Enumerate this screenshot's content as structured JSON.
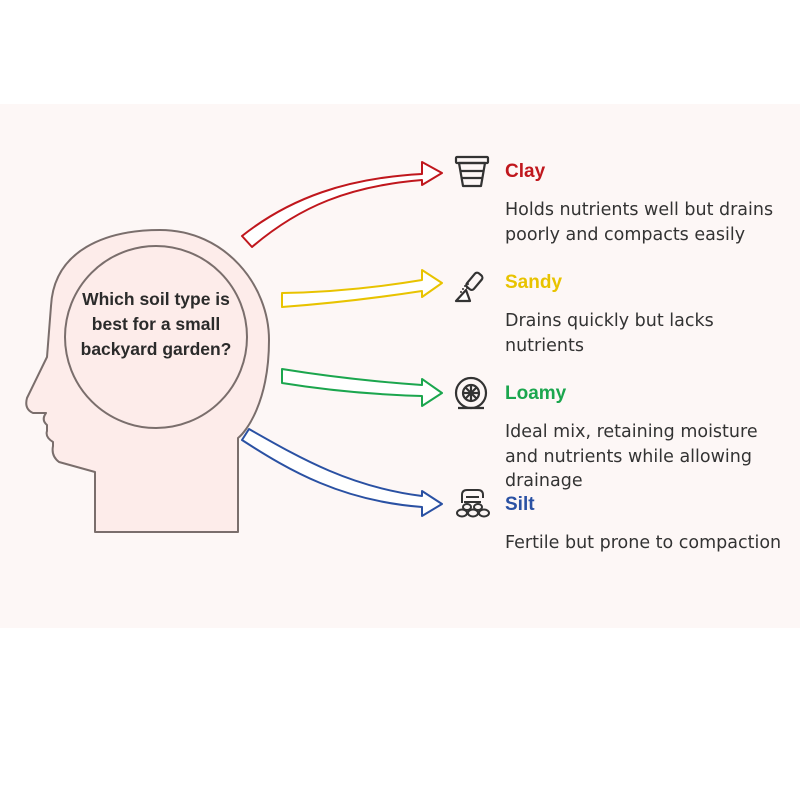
{
  "question": "Which soil type is best for a small backyard garden?",
  "options": [
    {
      "title": "Clay",
      "description": "Holds nutrients well but drains poorly and compacts easily",
      "color": "#c0171d",
      "icon": "flower-pot-icon"
    },
    {
      "title": "Sandy",
      "description": "Drains quickly but lacks nutrients",
      "color": "#e8c300",
      "icon": "sand-pouring-icon"
    },
    {
      "title": "Loamy",
      "description": "Ideal mix, retaining moisture and nutrients while allowing drainage",
      "color": "#1ba64e",
      "icon": "soil-wheel-icon"
    },
    {
      "title": "Silt",
      "description": "Fertile but prone to compaction",
      "color": "#2a51a3",
      "icon": "sediment-stones-icon"
    }
  ],
  "colors": {
    "background_panel": "#fdf7f6",
    "head_fill": "#fdecea",
    "head_stroke": "#7a6e6c",
    "arrow_fill": "#ffffff",
    "text": "#333333"
  }
}
